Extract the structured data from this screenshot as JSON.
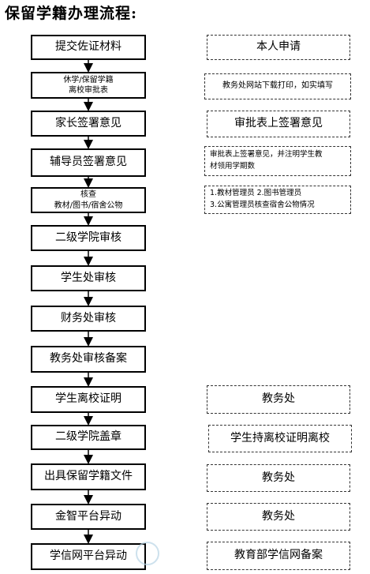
{
  "title": "保留学籍办理流程:",
  "steps": [
    {
      "label": "提交佐证材料"
    },
    {
      "label_line1": "休学/保留学籍",
      "label_line2": "离校审批表"
    },
    {
      "label": "家长签署意见"
    },
    {
      "label": "辅导员签署意见"
    },
    {
      "label_line1": "核查",
      "label_line2": "教材/图书/宿舍公物"
    },
    {
      "label": "二级学院审核"
    },
    {
      "label": "学生处审核"
    },
    {
      "label": "财务处审核"
    },
    {
      "label": "教务处审核备案"
    },
    {
      "label": "学生离校证明"
    },
    {
      "label": "二级学院盖章"
    },
    {
      "label": "出具保留学籍文件"
    },
    {
      "label": "金智平台异动"
    },
    {
      "label": "学信网平台异动"
    }
  ],
  "notes": [
    {
      "text": "本人申请"
    },
    {
      "text": "教务处网站下载打印，如实填写"
    },
    {
      "text": "审批表上签署意见"
    },
    {
      "line1": "审批表上签署意见，并注明学生教",
      "line2": "材领用学期数"
    },
    {
      "line1": "1.教材管理员   2.图书管理员",
      "line2": "3.公寓管理员核查宿舍公物情况"
    },
    {
      "text": "教务处"
    },
    {
      "text": "学生持离校证明离校"
    },
    {
      "text": "教务处"
    },
    {
      "text": "教务处"
    },
    {
      "text": "教育部学信网备案"
    }
  ]
}
